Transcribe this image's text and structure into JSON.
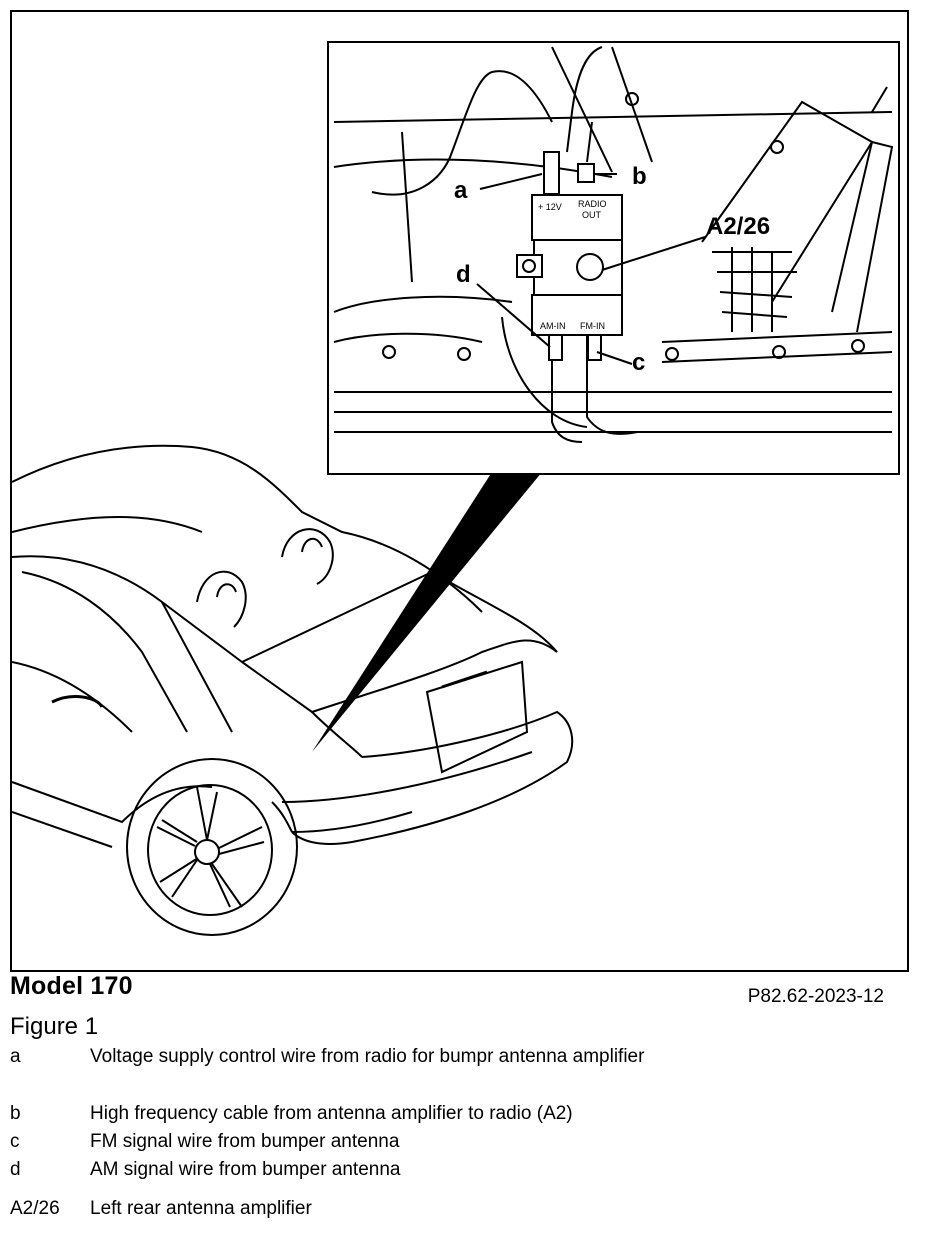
{
  "figure": {
    "callouts": {
      "a": "a",
      "b": "b",
      "c": "c",
      "d": "d",
      "component": "A2/26"
    },
    "module_labels": {
      "power": "+ 12V",
      "radio_out_1": "RADIO",
      "radio_out_2": "OUT",
      "am_in": "AM-IN",
      "fm_in": "FM-IN"
    }
  },
  "caption": {
    "model": "Model 170",
    "reference": "P82.62-2023-12",
    "figure_title": "Figure 1"
  },
  "legend": [
    {
      "key": "a",
      "text": "Voltage supply control wire from radio for bumpr antenna amplifier"
    },
    {
      "key": "b",
      "text": "High frequency cable from antenna amplifier to radio (A2)"
    },
    {
      "key": "c",
      "text": "FM signal wire from bumper antenna"
    },
    {
      "key": "d",
      "text": "AM signal wire from bumper antenna"
    },
    {
      "key": "A2/26",
      "text": "Left rear antenna amplifier"
    }
  ]
}
